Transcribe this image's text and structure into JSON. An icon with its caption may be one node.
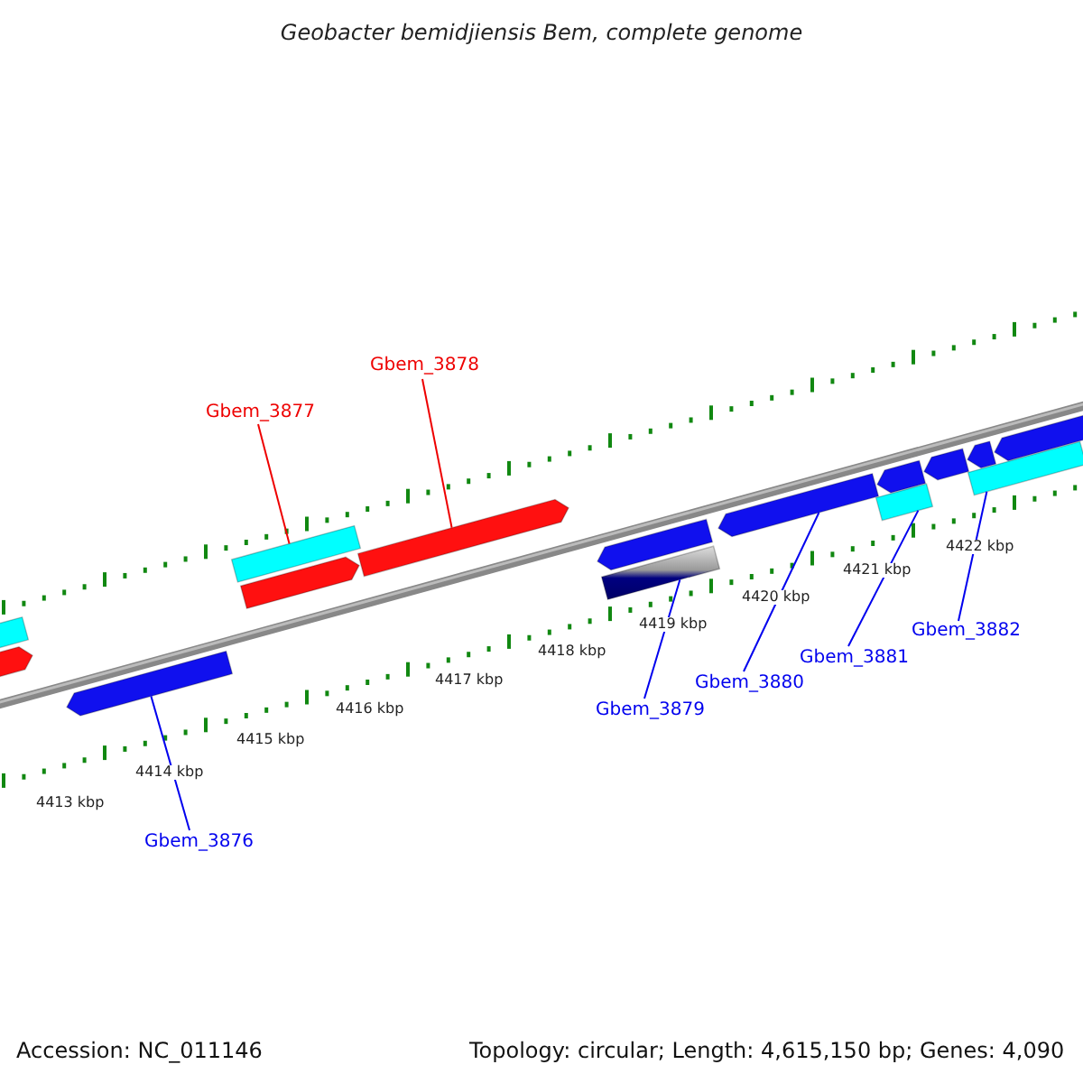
{
  "diagram": {
    "title": "Geobacter bemidjiensis Bem, complete genome",
    "nodes": [
      {
        "text": [
          "Gbem_3878"
        ]
      },
      {
        "text": [
          "Gbem_3877"
        ]
      },
      {
        "text": [],
        "shape": "bar"
      },
      {
        "text": [],
        "shape": "bar"
      },
      {
        "text": [],
        "shape": "bar"
      },
      {
        "text": [],
        "shape": "bar"
      },
      {
        "text": [],
        "shape": "bar"
      },
      {
        "text": [],
        "shape": "bar"
      },
      {
        "text": [],
        "shape": "bar"
      },
      {
        "text": [],
        "shape": "bar"
      },
      {
        "text": [],
        "shape": "bar"
      },
      {
        "text": [],
        "shape": "bar"
      },
      {
        "text": [],
        "shape": "bar"
      },
      {
        "text": [],
        "shape": "bar"
      },
      {
        "text": [],
        "shape": "bar"
      },
      {
        "text": [],
        "shape": "bar"
      },
      {
        "text": [],
        "shape": "bar"
      },
      {
        "text": [
          "Gbem_3882"
        ]
      },
      {
        "text": [
          "Gbem_3881"
        ]
      },
      {
        "text": [
          "Gbem_3880"
        ]
      },
      {
        "text": [
          "Gbem_3879"
        ]
      },
      {
        "text": [
          "Gbem_3876"
        ]
      }
    ],
    "edges": [
      {
        "from": 0,
        "to": 6,
        "arrow": "none",
        "color": "#ee0000"
      },
      {
        "from": 1,
        "to": 4,
        "arrow": "none",
        "color": "#ee0000"
      },
      {
        "from": 21,
        "to": 7,
        "arrow": "none"
      },
      {
        "from": 20,
        "to": 9,
        "arrow": "none"
      },
      {
        "from": 19,
        "to": 10,
        "arrow": "none"
      },
      {
        "from": 18,
        "to": 12,
        "arrow": "none"
      },
      {
        "from": 17,
        "to": 16,
        "arrow": "none"
      }
    ],
    "labels": [
      "4422 kbp",
      "4421 kbp",
      "4420 kbp",
      "4419 kbp",
      "4418 kbp",
      "4417 kbp",
      "4416 kbp",
      "4415 kbp",
      "4414 kbp",
      "4413 kbp",
      "Accession: NC_011146",
      "Topology: circular; Length: 4,615,150 bp; Genes: 4,090"
    ]
  }
}
